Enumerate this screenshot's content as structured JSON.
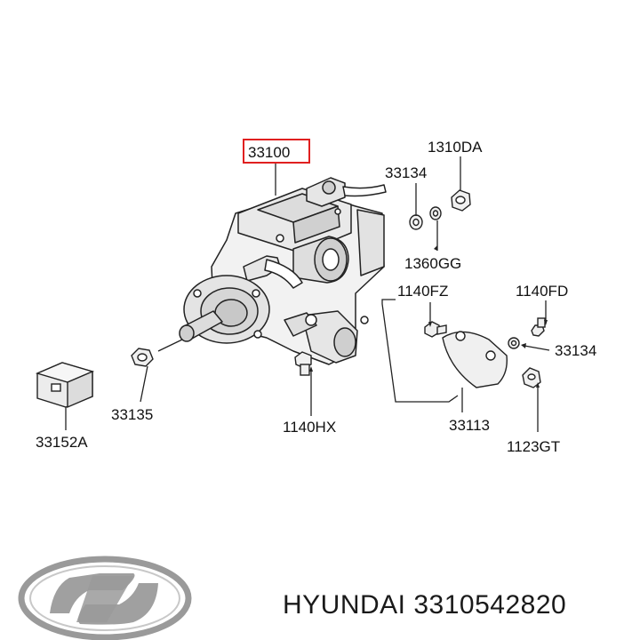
{
  "parts": {
    "main": "33100",
    "nut_top": "1310DA",
    "washer_top": "33134",
    "washer_1360": "1360GG",
    "bolt_fz": "1140FZ",
    "bolt_fd": "1140FD",
    "washer_right": "33134",
    "nut_left": "33135",
    "block": "33152A",
    "bolt_hx": "1140HX",
    "bracket": "33113",
    "bolt_gt": "1123GT"
  },
  "footer": {
    "brand": "HYUNDAI",
    "part_number": "3310542820"
  },
  "colors": {
    "highlight": "#e02020",
    "line": "#222222",
    "logo": "#9a9a9a"
  }
}
